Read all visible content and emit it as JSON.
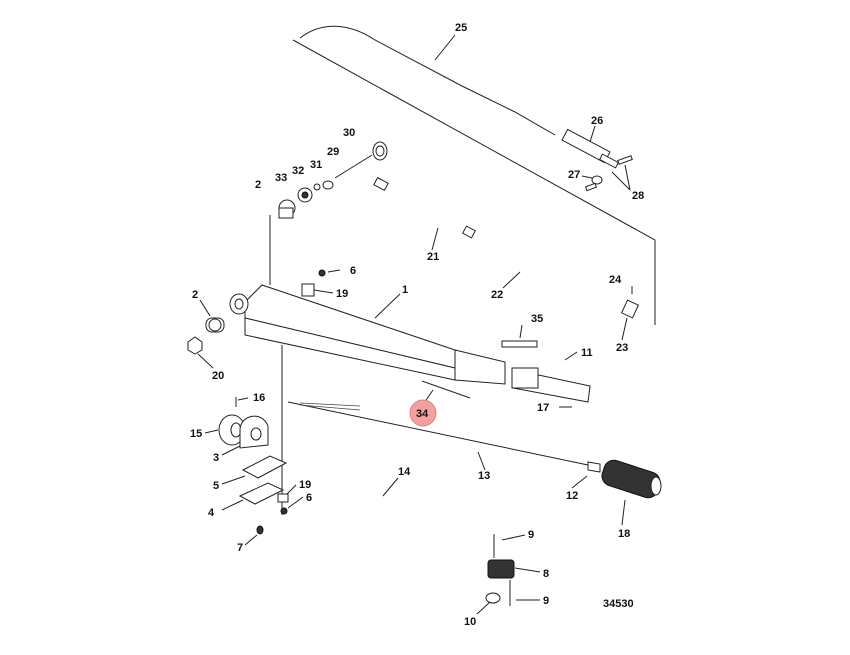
{
  "diagram": {
    "callouts": {
      "c1": "1",
      "c2a": "2",
      "c2b": "2",
      "c3": "3",
      "c4": "4",
      "c5": "5",
      "c6a": "6",
      "c6b": "6",
      "c7": "7",
      "c8": "8",
      "c9a": "9",
      "c9b": "9",
      "c10": "10",
      "c11": "11",
      "c12": "12",
      "c13": "13",
      "c14": "14",
      "c15": "15",
      "c16": "16",
      "c17": "17",
      "c18": "18",
      "c19a": "19",
      "c19b": "19",
      "c20": "20",
      "c21": "21",
      "c22": "22",
      "c23": "23",
      "c24": "24",
      "c25": "25",
      "c26": "26",
      "c27": "27",
      "c28": "28",
      "c29": "29",
      "c30": "30",
      "c31": "31",
      "c32": "32",
      "c33": "33",
      "c34": "34",
      "c35": "35"
    },
    "highlight_color": "#f4a0a0",
    "drawing_number": "34530"
  }
}
